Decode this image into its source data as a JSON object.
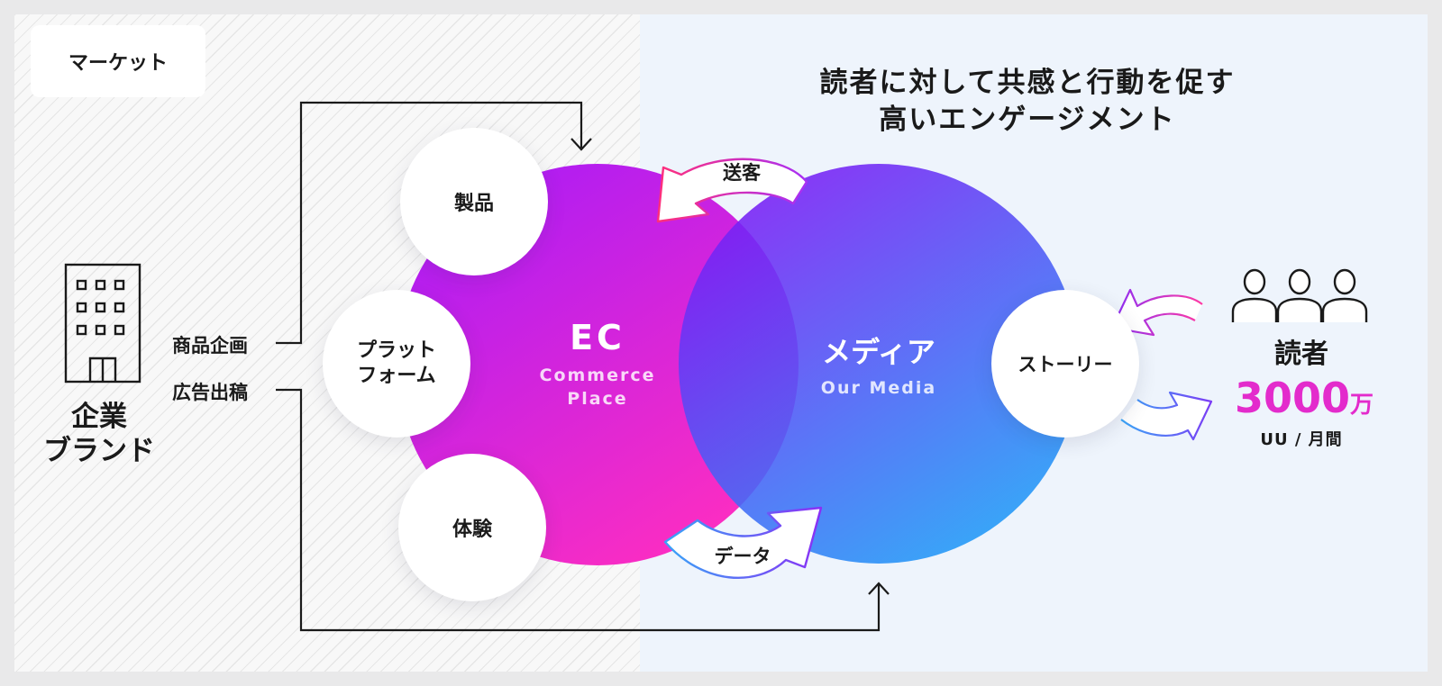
{
  "market_label": "マーケット",
  "headline": {
    "line1": "読者に対して共感と行動を促す",
    "line2": "高いエンゲージメント"
  },
  "brand": {
    "line1": "企業",
    "line2": "ブランド"
  },
  "planning_label": "商品企画",
  "ads_label": "広告出稿",
  "bubbles": {
    "product": "製品",
    "platform_line1": "プラット",
    "platform_line2": "フォーム",
    "experience": "体験",
    "story": "ストーリー"
  },
  "ec_circle": {
    "title": "EC",
    "sub1": "Commerce",
    "sub2": "Place"
  },
  "media_circle": {
    "title": "メディア",
    "sub": "Our Media"
  },
  "arrows": {
    "send": "送客",
    "data": "データ"
  },
  "readers": {
    "label": "読者",
    "number": "3000",
    "unit": "万",
    "uu": "UU / 月間"
  },
  "colors": {
    "ec_gradient": [
      "#a71bf8",
      "#ff2ec0"
    ],
    "media_gradient": [
      "#7a1cf5",
      "#1aa2f7"
    ],
    "accent_pink": "#e32bcc",
    "market_bg": "#f8f8f8",
    "media_bg": "#eef4fc"
  }
}
